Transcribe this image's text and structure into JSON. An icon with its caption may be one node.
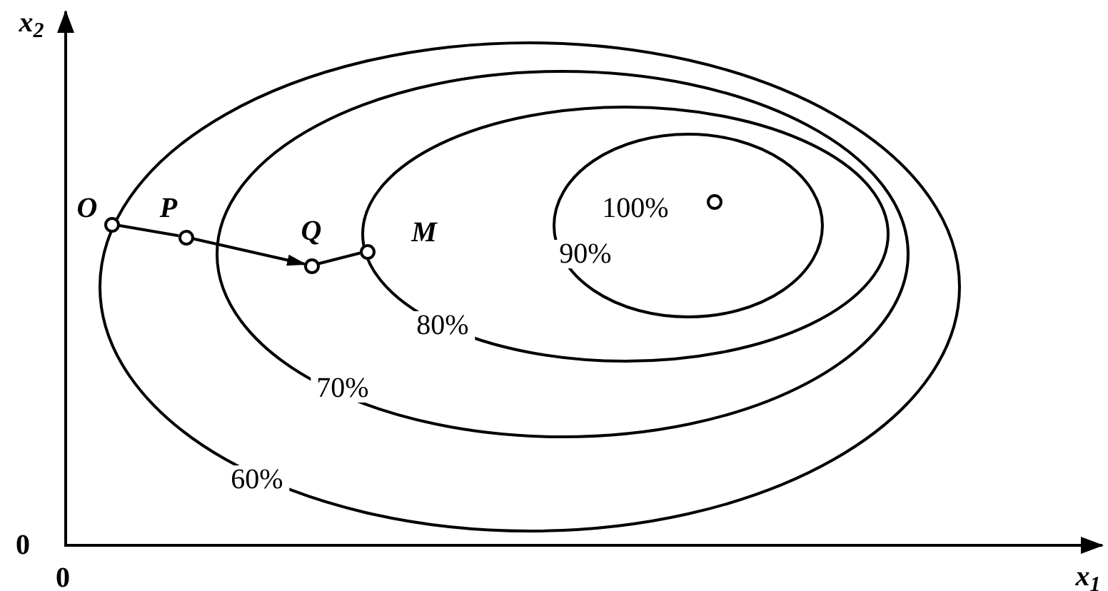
{
  "diagram": {
    "nodes": [
      {
        "text": [],
        "shape": "circle",
        "beside": [
          "O"
        ]
      },
      {
        "text": [],
        "shape": "circle",
        "beside": [
          "P"
        ]
      },
      {
        "text": [],
        "shape": "circle",
        "beside": [
          "Q"
        ]
      },
      {
        "text": [],
        "shape": "circle",
        "beside": [
          "M"
        ]
      },
      {
        "text": [],
        "shape": "circle",
        "beside": [
          "100%"
        ]
      }
    ],
    "edges": [
      {
        "from": 0,
        "to": 1,
        "arrow": "none"
      },
      {
        "from": 1,
        "to": 2,
        "arrow": "to"
      },
      {
        "from": 2,
        "to": 3,
        "arrow": "none"
      }
    ],
    "labels": [
      "x$_{2}$",
      "90%",
      "80%",
      "70%",
      "60%",
      "0",
      "0",
      "x$_{1}$"
    ]
  }
}
